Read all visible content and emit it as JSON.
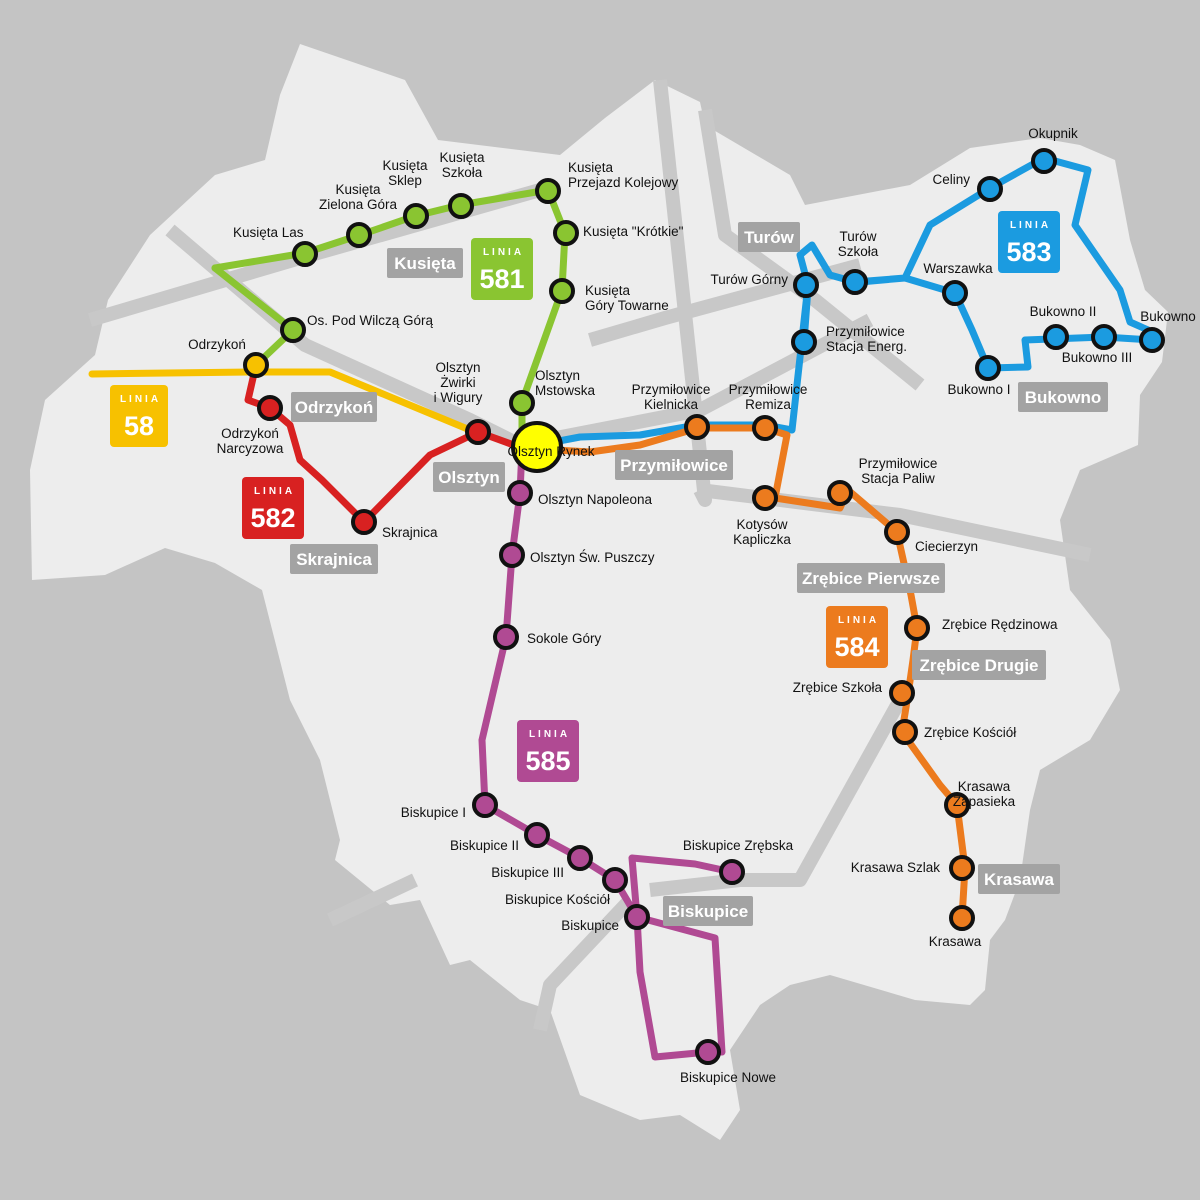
{
  "colors": {
    "background": "#c4c4c4",
    "area": "#ededed",
    "roads": "#c8c8c8",
    "town_label_bg": "#a3a3a3",
    "hub": "#ffff00"
  },
  "lines": [
    {
      "id": "58",
      "caption": "LINIA",
      "number": "58",
      "color": "#f7c100"
    },
    {
      "id": "581",
      "caption": "LINIA",
      "number": "581",
      "color": "#8ac531"
    },
    {
      "id": "582",
      "caption": "LINIA",
      "number": "582",
      "color": "#d82121"
    },
    {
      "id": "583",
      "caption": "LINIA",
      "number": "583",
      "color": "#1b9be0"
    },
    {
      "id": "584",
      "caption": "LINIA",
      "number": "584",
      "color": "#ec7b1e"
    },
    {
      "id": "585",
      "caption": "LINIA",
      "number": "585",
      "color": "#b04a93"
    }
  ],
  "towns": [
    "Odrzykoń",
    "Kusięta",
    "Olsztyn",
    "Skrajnica",
    "Turów",
    "Przymiłowice",
    "Bukowno",
    "Zrębice Pierwsze",
    "Zrębice Drugie",
    "Biskupice",
    "Krasawa"
  ],
  "stops": {
    "kusieta_las": [
      "Kusięta Las"
    ],
    "kusieta_zielona_gora": [
      "Kusięta",
      "Zielona Góra"
    ],
    "kusieta_sklep": [
      "Kusięta",
      "Sklep"
    ],
    "kusieta_szkola": [
      "Kusięta",
      "Szkoła"
    ],
    "kusieta_przejazd": [
      "Kusięta",
      "Przejazd Kolejowy"
    ],
    "kusieta_krotkie": [
      "Kusięta \"Krótkie\""
    ],
    "kusieta_gory_towarne": [
      "Kusięta",
      "Góry Towarne"
    ],
    "os_pod_wilcza_gora": [
      "Os. Pod Wilczą Górą"
    ],
    "odrzykon": [
      "Odrzykoń"
    ],
    "odrzykon_narcyzowa": [
      "Odrzykoń",
      "Narcyzowa"
    ],
    "skrajnica": [
      "Skrajnica"
    ],
    "olsztyn_zwirki": [
      "Olsztyn",
      "Żwirki",
      "i Wigury"
    ],
    "olsztyn_mstowska": [
      "Olsztyn",
      "Mstowska"
    ],
    "olsztyn_rynek": [
      "Olsztyn Rynek"
    ],
    "olsztyn_napoleona": [
      "Olsztyn Napoleona"
    ],
    "olsztyn_sw_puszczy": [
      "Olsztyn Św. Puszczy"
    ],
    "sokole_gory": [
      "Sokole Góry"
    ],
    "biskupice_1": [
      "Biskupice I"
    ],
    "biskupice_2": [
      "Biskupice II"
    ],
    "biskupice_3": [
      "Biskupice III"
    ],
    "biskupice_kosciol": [
      "Biskupice Kościół"
    ],
    "biskupice": [
      "Biskupice"
    ],
    "biskupice_zrebska": [
      "Biskupice Zrębska"
    ],
    "biskupice_nowe": [
      "Biskupice Nowe"
    ],
    "przymilowice_kielnicka": [
      "Przymiłowice",
      "Kielnicka"
    ],
    "przymilowice_remiza": [
      "Przymiłowice",
      "Remiza"
    ],
    "turow_gorny": [
      "Turów Górny"
    ],
    "przymilowice_stacja_energ": [
      "Przymiłowice",
      "Stacja Energ."
    ],
    "turow_szkola": [
      "Turów",
      "Szkoła"
    ],
    "warszawka": [
      "Warszawka"
    ],
    "celiny": [
      "Celiny"
    ],
    "okupnik": [
      "Okupnik"
    ],
    "bukowno_1": [
      "Bukowno I"
    ],
    "bukowno_2": [
      "Bukowno II"
    ],
    "bukowno_3": [
      "Bukowno III"
    ],
    "bukowno": [
      "Bukowno"
    ],
    "kotysow_kapliczka": [
      "Kotysów",
      "Kapliczka"
    ],
    "przymilowice_stacja_paliw": [
      "Przymiłowice",
      "Stacja Paliw"
    ],
    "ciecierzyn": [
      "Ciecierzyn"
    ],
    "zrebice_redzinowa": [
      "Zrębice Rędzinowa"
    ],
    "zrebice_szkola": [
      "Zrębice Szkoła"
    ],
    "zrebice_kosciol": [
      "Zrębice Kościół"
    ],
    "krasawa_zapasieka": [
      "Krasawa",
      "Zapasieka"
    ],
    "krasawa_szlak": [
      "Krasawa Szlak"
    ],
    "krasawa": [
      "Krasawa"
    ]
  }
}
